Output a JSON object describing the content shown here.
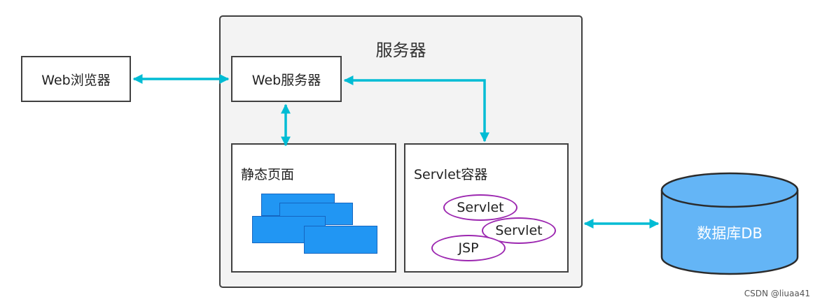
{
  "server": {
    "title": "服务器"
  },
  "browser": {
    "label": "Web浏览器"
  },
  "web_server": {
    "label": "Web服务器"
  },
  "static_pages": {
    "label": "静态页面"
  },
  "servlet_container": {
    "label": "Servlet容器",
    "components": [
      "Servlet",
      "Servlet",
      "JSP"
    ]
  },
  "database": {
    "label": "数据库DB"
  },
  "watermark": "CSDN @liuaa41",
  "colors": {
    "arrow": "#00bcd4",
    "page_fill": "#2196f3",
    "component_border": "#9c27b0",
    "database_fill": "#64b5f6"
  }
}
